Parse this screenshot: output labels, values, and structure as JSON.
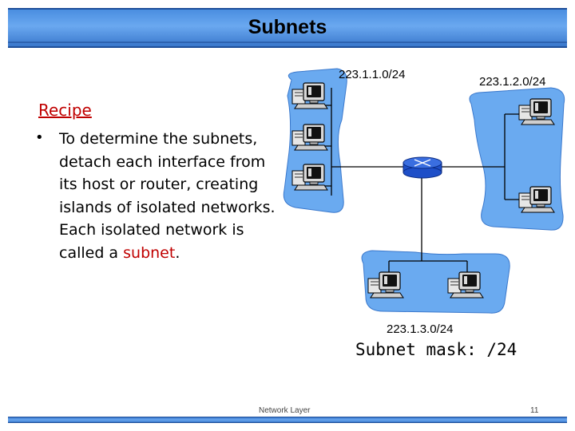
{
  "slide": {
    "title": "Subnets",
    "recipe_heading": "Recipe",
    "bullet_marker": "•",
    "bullet_before": "To determine the subnets, detach each interface from its host or router, creating islands of isolated networks. Each isolated network is called a ",
    "bullet_highlight": "subnet",
    "bullet_after": "."
  },
  "diagram": {
    "subnet_1": "223.1.1.0/24",
    "subnet_2": "223.1.2.0/24",
    "subnet_3": "223.1.3.0/24",
    "mask": "Subnet mask: /24",
    "icons": [
      "host-computer-icon",
      "router-icon"
    ],
    "colors": {
      "island": "#6aaaf0",
      "router": "#1e4fc8",
      "heading": "#c00000"
    }
  },
  "footer": {
    "label": "Network Layer",
    "page": "11"
  }
}
